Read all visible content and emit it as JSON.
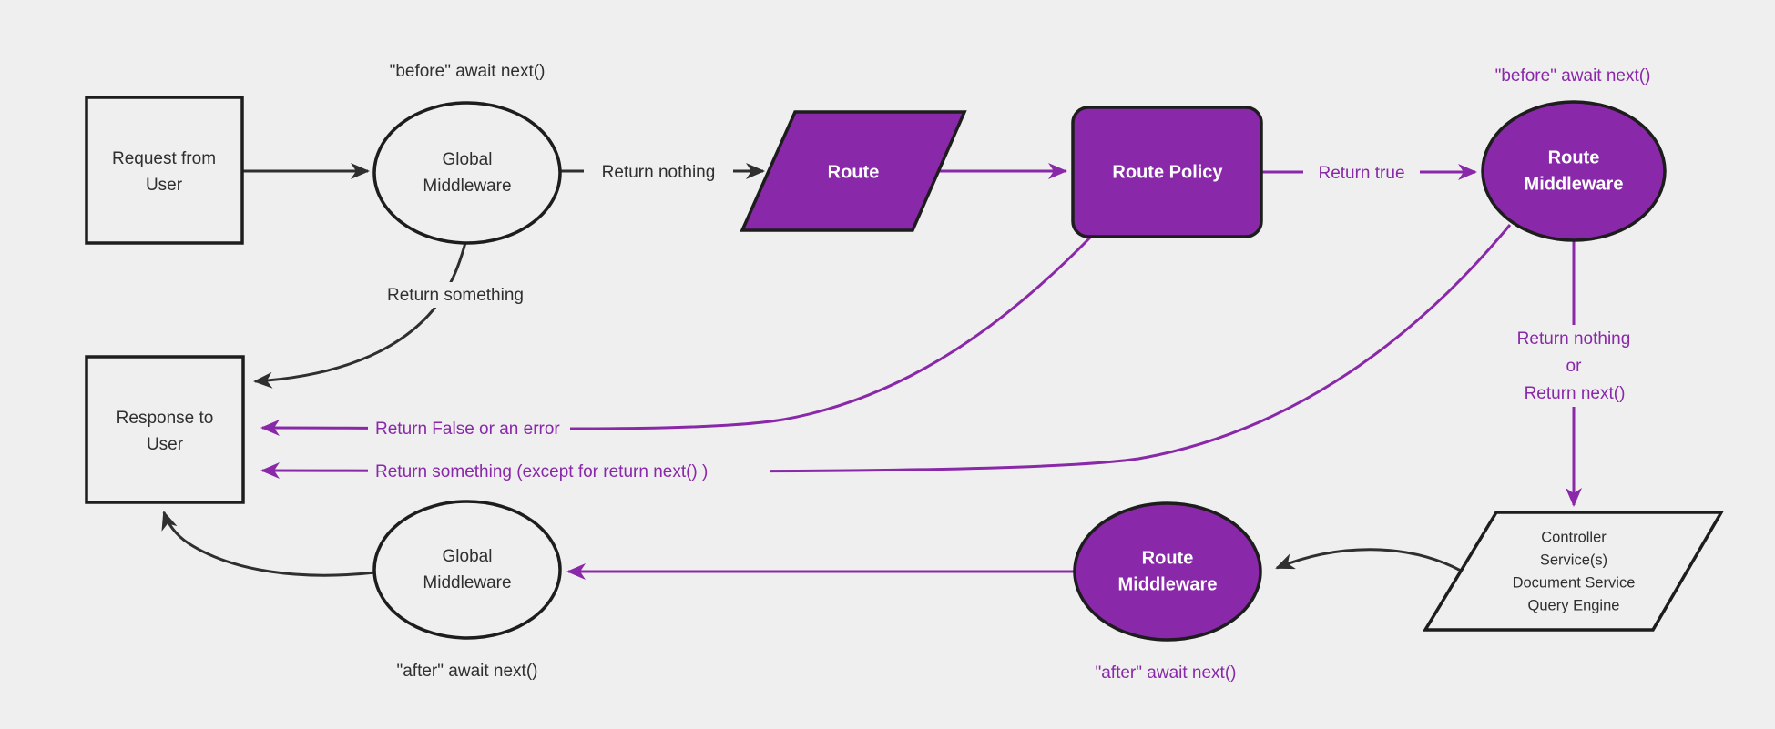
{
  "diagram": {
    "colors": {
      "background": "#efefef",
      "accent_purple": "#8928a8",
      "stroke_dark": "#1d1d1d",
      "text_dark": "#2f2f2f",
      "text_white": "#ffffff"
    },
    "nodes": {
      "request": {
        "line1": "Request from",
        "line2": "User"
      },
      "global_mw_top": {
        "line1": "Global",
        "line2": "Middleware"
      },
      "route": {
        "label": "Route"
      },
      "route_policy": {
        "label": "Route Policy"
      },
      "route_mw_top": {
        "line1": "Route",
        "line2": "Middleware"
      },
      "services": {
        "line1": "Controller",
        "line2": "Service(s)",
        "line3": "Document Service",
        "line4": "Query Engine"
      },
      "route_mw_bottom": {
        "line1": "Route",
        "line2": "Middleware"
      },
      "global_mw_bottom": {
        "line1": "Global",
        "line2": "Middleware"
      },
      "response": {
        "line1": "Response to",
        "line2": "User"
      }
    },
    "annotations": {
      "before_await_black": "\"before\" await next()",
      "before_await_purple": "\"before\" await next()",
      "after_await_black": "\"after\" await next()",
      "after_await_purple": "\"after\" await next()"
    },
    "edge_labels": {
      "return_nothing": "Return nothing",
      "return_true": "Return true",
      "return_something": "Return something",
      "return_nothing_or_line1": "Return nothing",
      "return_nothing_or_line2": "or",
      "return_nothing_or_line3": "Return next()",
      "return_false_or_error": "Return False or an error",
      "return_something_except": "Return something (except for return next() )"
    }
  }
}
